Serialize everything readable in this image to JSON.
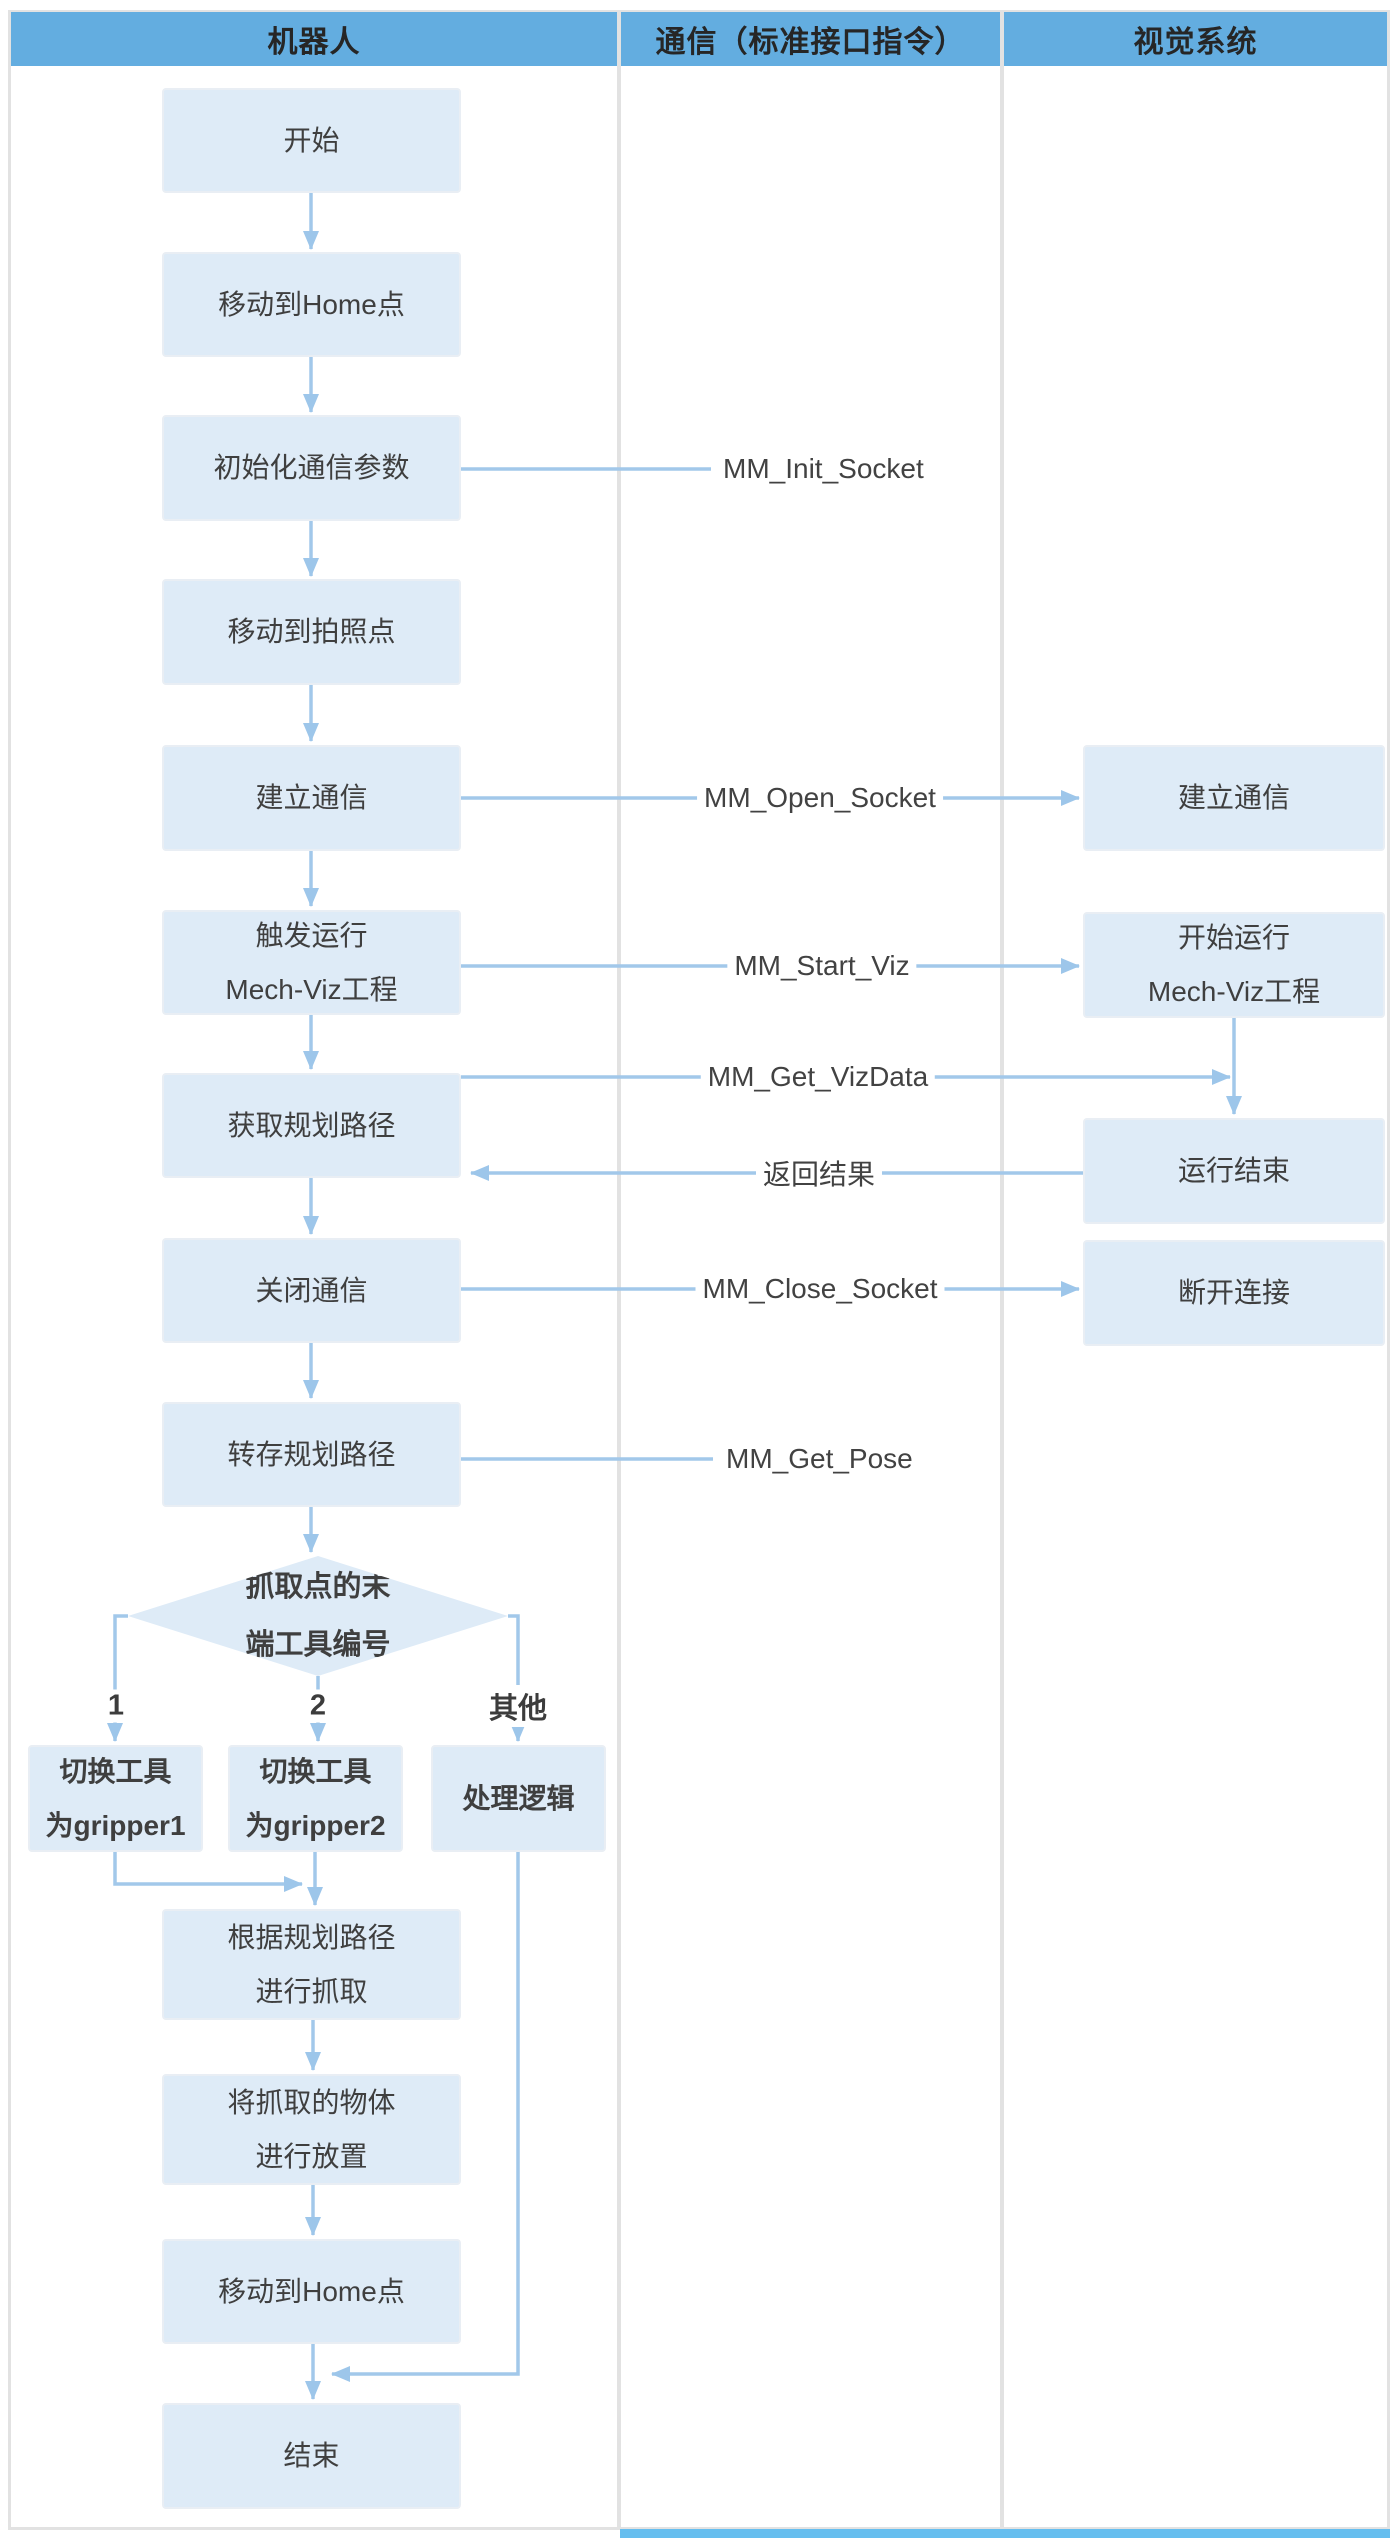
{
  "colors": {
    "header_bar": "#63ade0",
    "node_fill": "#deebf7",
    "connector": "#a2c8ea",
    "footer_bar": "#66beef",
    "text": "#3f3f3f"
  },
  "lanes": {
    "robot": "机器人",
    "comm": "通信（标准接口指令）",
    "vision": "视觉系统"
  },
  "nodes": {
    "r_start": "开始",
    "r_move_home": "移动到Home点",
    "r_init_params": "初始化通信参数",
    "r_move_photo": "移动到拍照点",
    "r_open_comm": "建立通信",
    "r_trigger_viz": "触发运行\nMech-Viz工程",
    "r_get_path": "获取规划路径",
    "r_close_comm": "关闭通信",
    "r_save_path": "转存规划路径",
    "decision": "抓取点的末\n端工具编号",
    "b_tool1": "切换工具\n为gripper1",
    "b_tool2": "切换工具\n为gripper2",
    "b_logic": "处理逻辑",
    "r_pick": "根据规划路径\n进行抓取",
    "r_place": "将抓取的物体\n进行放置",
    "r_move_home2": "移动到Home点",
    "r_end": "结束",
    "v_open_comm": "建立通信",
    "v_start_viz": "开始运行\nMech-Viz工程",
    "v_run_done": "运行结束",
    "v_disconnect": "断开连接"
  },
  "comm_labels": {
    "init_socket": "MM_Init_Socket",
    "open_socket": "MM_Open_Socket",
    "start_viz": "MM_Start_Viz",
    "get_vizdata": "MM_Get_VizData",
    "return_result": "返回结果",
    "close_socket": "MM_Close_Socket",
    "get_pose": "MM_Get_Pose"
  },
  "branch_labels": {
    "one": "1",
    "two": "2",
    "other": "其他"
  }
}
